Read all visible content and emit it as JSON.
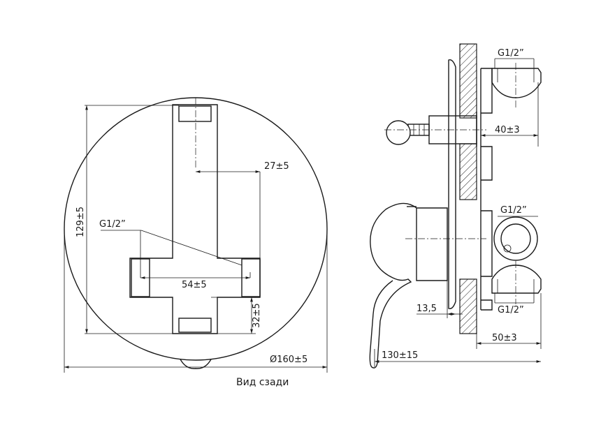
{
  "caption": "Вид сзади",
  "labels": {
    "height_129": "129±5",
    "thread_left": "G1/2”",
    "offset_27": "27±5",
    "spacing_54": "54±5",
    "height_32": "32±5",
    "diameter_160": "Ø160±5",
    "thread_top": "G1/2”",
    "depth_40": "40±3",
    "thread_mid": "G1/2”",
    "thread_bottom": "G1/2”",
    "plate_13": "13,5",
    "depth_50": "50±3",
    "length_130": "130±15"
  }
}
